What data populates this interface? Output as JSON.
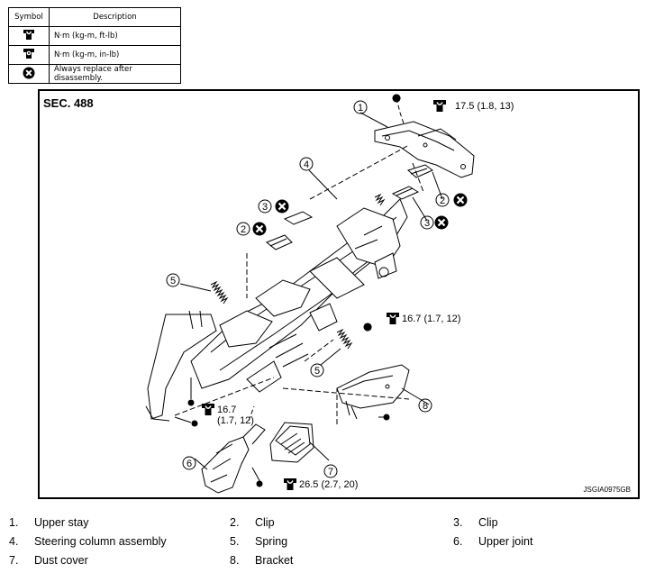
{
  "legend": {
    "header_symbol": "Symbol",
    "header_description": "Description",
    "rows": [
      {
        "icon": "torque-wrench-icon",
        "text": "N·m (kg-m, ft-lb)"
      },
      {
        "icon": "torque-wrench-inlb-icon",
        "text": "N·m (kg-m, in-lb)"
      },
      {
        "icon": "replace-icon",
        "text": "Always replace after disassembly."
      }
    ]
  },
  "diagram": {
    "section": "SEC. 488",
    "figure_id": "JSGIA0975GB",
    "torques": [
      {
        "value": "17.5 (1.8, 13)"
      },
      {
        "value": "16.7 (1.7, 12)"
      },
      {
        "line1": "16.7",
        "line2": "(1.7, 12)"
      },
      {
        "value": "26.5 (2.7, 20)"
      }
    ],
    "callouts": [
      "1",
      "2",
      "3",
      "4",
      "5",
      "6",
      "7",
      "8"
    ],
    "callout_repeats": [
      "2",
      "3",
      "5"
    ]
  },
  "parts": [
    {
      "num": "1.",
      "name": "Upper stay"
    },
    {
      "num": "2.",
      "name": "Clip"
    },
    {
      "num": "3.",
      "name": "Clip"
    },
    {
      "num": "4.",
      "name": "Steering column assembly"
    },
    {
      "num": "5.",
      "name": "Spring"
    },
    {
      "num": "6.",
      "name": "Upper joint"
    },
    {
      "num": "7.",
      "name": "Dust cover"
    },
    {
      "num": "8.",
      "name": "Bracket"
    }
  ]
}
